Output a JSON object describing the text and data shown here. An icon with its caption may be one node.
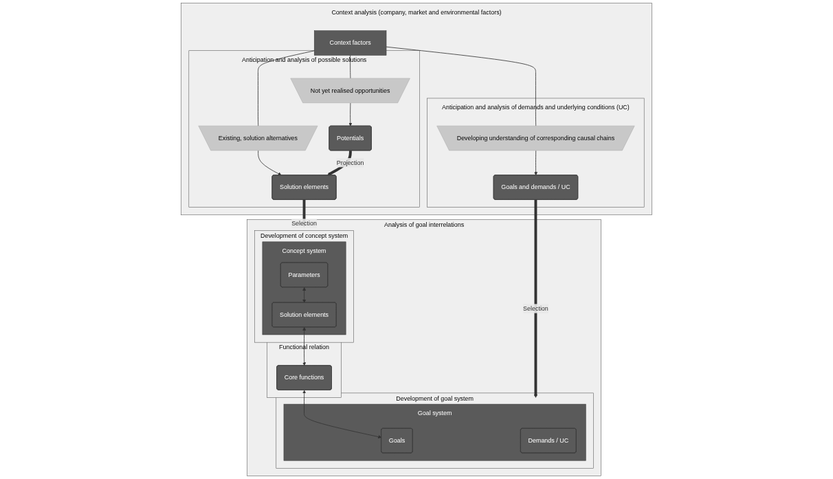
{
  "diagram": {
    "nodes": [
      {
        "text": [
          "Context analysis (company, market and environmental factors)"
        ]
      },
      {
        "text": [
          "Anticipation and analysis of possible solutions"
        ],
        "in": 0
      },
      {
        "text": [
          "Anticipation and analysis of demands and underlying conditions (UC)"
        ],
        "in": 0
      },
      {
        "text": [
          "Context factors"
        ],
        "in": 0
      },
      {
        "text": [
          "Existing, solution alternatives"
        ],
        "in": 1
      },
      {
        "text": [
          "Not yet realised opportunities"
        ],
        "in": 1
      },
      {
        "text": [
          "Developing understanding of corresponding causal chains"
        ],
        "in": 2
      },
      {
        "text": [
          "Solution elements"
        ],
        "in": 1
      },
      {
        "text": [
          "Potentials"
        ],
        "in": 1
      },
      {
        "text": [
          "Goals and demands / UC"
        ],
        "in": 2
      },
      {
        "text": [
          "Analysis of goal interrelations"
        ]
      },
      {
        "text": [
          "Development of concept system"
        ],
        "in": 10
      },
      {
        "text": [
          "Concept system"
        ],
        "in": 11
      },
      {
        "text": [
          "Parameters"
        ],
        "in": 12
      },
      {
        "text": [
          "Solution elements"
        ],
        "in": 12
      },
      {
        "text": [
          "Functional relation"
        ],
        "in": 10
      },
      {
        "text": [
          "Core functions"
        ],
        "in": 15
      },
      {
        "text": [
          "Development of goal system"
        ],
        "in": 10
      },
      {
        "text": [
          "Goal system"
        ],
        "in": 17
      },
      {
        "text": [
          "Goals"
        ],
        "in": 18
      },
      {
        "text": [
          "Demands / UC"
        ],
        "in": 18
      }
    ],
    "edges": [
      {
        "from": 3,
        "to": 4,
        "arrow": "none"
      },
      {
        "from": 4,
        "to": 7,
        "arrow": "to"
      },
      {
        "from": 3,
        "to": 5,
        "arrow": "none"
      },
      {
        "from": 5,
        "to": 8,
        "arrow": "to"
      },
      {
        "from": 3,
        "to": 6,
        "arrow": "none"
      },
      {
        "from": 6,
        "to": 9,
        "arrow": "to"
      },
      {
        "from": 8,
        "to": 7,
        "arrow": "to",
        "label": "Projection",
        "style": "thick"
      },
      {
        "from": 7,
        "to": 12,
        "arrow": "to",
        "label": "Selection",
        "style": "thick"
      },
      {
        "from": 9,
        "to": 18,
        "arrow": "to",
        "label": "Selection",
        "style": "thick"
      },
      {
        "from": 13,
        "to": 14,
        "arrow": "both"
      },
      {
        "from": 14,
        "to": 16,
        "arrow": "both"
      },
      {
        "from": 16,
        "to": 19,
        "arrow": "both"
      }
    ]
  }
}
